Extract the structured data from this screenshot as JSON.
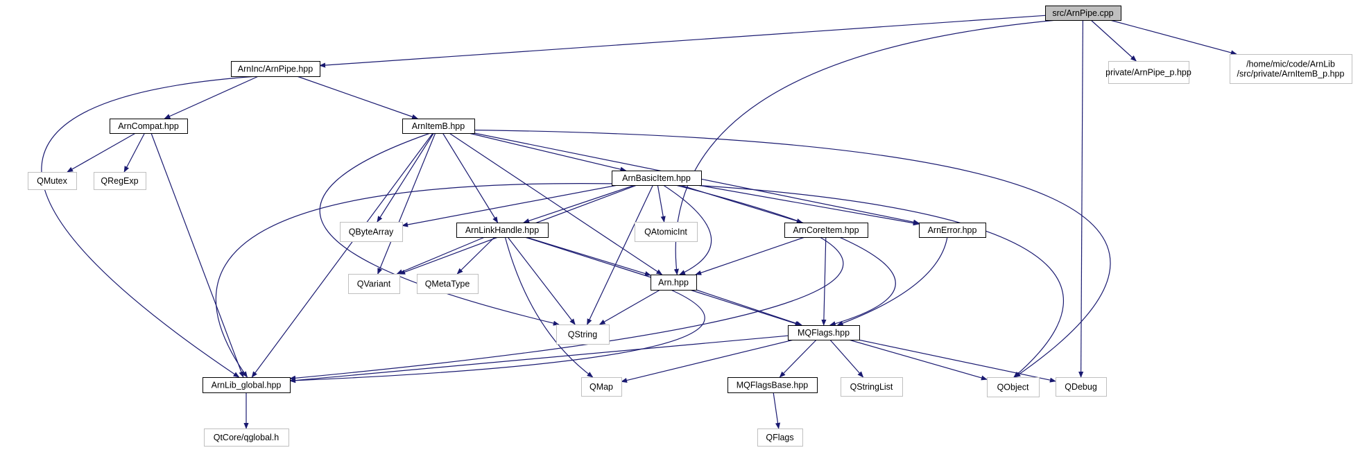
{
  "graph": {
    "nodes": [
      {
        "id": "src_arnpipe_cpp",
        "lines": [
          "src/ArnPipe.cpp"
        ],
        "kind": "root"
      },
      {
        "id": "arninc_arnpipe_hpp",
        "lines": [
          "ArnInc/ArnPipe.hpp"
        ],
        "kind": "documented"
      },
      {
        "id": "private_arnpipe_p_hpp",
        "lines": [
          "private/ArnPipe_p.hpp"
        ],
        "kind": "external"
      },
      {
        "id": "arnitemb_p_hpp",
        "lines": [
          "/home/mic/code/ArnLib",
          "/src/private/ArnItemB_p.hpp"
        ],
        "kind": "external"
      },
      {
        "id": "arncompat_hpp",
        "lines": [
          "ArnCompat.hpp"
        ],
        "kind": "documented"
      },
      {
        "id": "arnitemb_hpp",
        "lines": [
          "ArnItemB.hpp"
        ],
        "kind": "documented"
      },
      {
        "id": "qmutex",
        "lines": [
          "QMutex"
        ],
        "kind": "external"
      },
      {
        "id": "qregexp",
        "lines": [
          "QRegExp"
        ],
        "kind": "external"
      },
      {
        "id": "arnbasicitem_hpp",
        "lines": [
          "ArnBasicItem.hpp"
        ],
        "kind": "documented"
      },
      {
        "id": "qbytearray",
        "lines": [
          "QByteArray"
        ],
        "kind": "external"
      },
      {
        "id": "arnlinkhandle_hpp",
        "lines": [
          "ArnLinkHandle.hpp"
        ],
        "kind": "documented"
      },
      {
        "id": "qatomicint",
        "lines": [
          "QAtomicInt"
        ],
        "kind": "external"
      },
      {
        "id": "arncoreitem_hpp",
        "lines": [
          "ArnCoreItem.hpp"
        ],
        "kind": "documented"
      },
      {
        "id": "arnerror_hpp",
        "lines": [
          "ArnError.hpp"
        ],
        "kind": "documented"
      },
      {
        "id": "qvariant",
        "lines": [
          "QVariant"
        ],
        "kind": "external"
      },
      {
        "id": "qmetatype",
        "lines": [
          "QMetaType"
        ],
        "kind": "external"
      },
      {
        "id": "arn_hpp",
        "lines": [
          "Arn.hpp"
        ],
        "kind": "documented"
      },
      {
        "id": "qstring",
        "lines": [
          "QString"
        ],
        "kind": "external"
      },
      {
        "id": "mqflags_hpp",
        "lines": [
          "MQFlags.hpp"
        ],
        "kind": "documented"
      },
      {
        "id": "arnlib_global_hpp",
        "lines": [
          "ArnLib_global.hpp"
        ],
        "kind": "documented"
      },
      {
        "id": "qmap",
        "lines": [
          "QMap"
        ],
        "kind": "external"
      },
      {
        "id": "mqflagsbase_hpp",
        "lines": [
          "MQFlagsBase.hpp"
        ],
        "kind": "documented"
      },
      {
        "id": "qstringlist",
        "lines": [
          "QStringList"
        ],
        "kind": "external"
      },
      {
        "id": "qobject",
        "lines": [
          "QObject"
        ],
        "kind": "external"
      },
      {
        "id": "qdebug",
        "lines": [
          "QDebug"
        ],
        "kind": "external"
      },
      {
        "id": "qtcore_qglobal_h",
        "lines": [
          "QtCore/qglobal.h"
        ],
        "kind": "external"
      },
      {
        "id": "qflags",
        "lines": [
          "QFlags"
        ],
        "kind": "external"
      }
    ],
    "edges": [
      {
        "from": "src_arnpipe_cpp",
        "to": "arninc_arnpipe_hpp"
      },
      {
        "from": "src_arnpipe_cpp",
        "to": "private_arnpipe_p_hpp"
      },
      {
        "from": "src_arnpipe_cpp",
        "to": "arnitemb_p_hpp"
      },
      {
        "from": "src_arnpipe_cpp",
        "to": "arn_hpp"
      },
      {
        "from": "src_arnpipe_cpp",
        "to": "qdebug"
      },
      {
        "from": "arninc_arnpipe_hpp",
        "to": "arncompat_hpp"
      },
      {
        "from": "arninc_arnpipe_hpp",
        "to": "arnitemb_hpp"
      },
      {
        "from": "arninc_arnpipe_hpp",
        "to": "arnlib_global_hpp"
      },
      {
        "from": "arncompat_hpp",
        "to": "qmutex"
      },
      {
        "from": "arncompat_hpp",
        "to": "qregexp"
      },
      {
        "from": "arncompat_hpp",
        "to": "arnlib_global_hpp"
      },
      {
        "from": "arnitemb_hpp",
        "to": "arnbasicitem_hpp"
      },
      {
        "from": "arnitemb_hpp",
        "to": "qbytearray"
      },
      {
        "from": "arnitemb_hpp",
        "to": "arnlinkhandle_hpp"
      },
      {
        "from": "arnitemb_hpp",
        "to": "arnerror_hpp"
      },
      {
        "from": "arnitemb_hpp",
        "to": "qvariant"
      },
      {
        "from": "arnitemb_hpp",
        "to": "arn_hpp"
      },
      {
        "from": "arnitemb_hpp",
        "to": "qstring"
      },
      {
        "from": "arnitemb_hpp",
        "to": "arnlib_global_hpp"
      },
      {
        "from": "arnitemb_hpp",
        "to": "qobject"
      },
      {
        "from": "arnbasicitem_hpp",
        "to": "qbytearray"
      },
      {
        "from": "arnbasicitem_hpp",
        "to": "arnlinkhandle_hpp"
      },
      {
        "from": "arnbasicitem_hpp",
        "to": "qatomicint"
      },
      {
        "from": "arnbasicitem_hpp",
        "to": "arncoreitem_hpp"
      },
      {
        "from": "arnbasicitem_hpp",
        "to": "arnerror_hpp"
      },
      {
        "from": "arnbasicitem_hpp",
        "to": "qvariant"
      },
      {
        "from": "arnbasicitem_hpp",
        "to": "arn_hpp"
      },
      {
        "from": "arnbasicitem_hpp",
        "to": "qstring"
      },
      {
        "from": "arnbasicitem_hpp",
        "to": "mqflags_hpp"
      },
      {
        "from": "arnbasicitem_hpp",
        "to": "qobject"
      },
      {
        "from": "arnbasicitem_hpp",
        "to": "arnlib_global_hpp"
      },
      {
        "from": "arnlinkhandle_hpp",
        "to": "qvariant"
      },
      {
        "from": "arnlinkhandle_hpp",
        "to": "qmetatype"
      },
      {
        "from": "arnlinkhandle_hpp",
        "to": "arn_hpp"
      },
      {
        "from": "arnlinkhandle_hpp",
        "to": "qstring"
      },
      {
        "from": "arnlinkhandle_hpp",
        "to": "mqflags_hpp"
      },
      {
        "from": "arnlinkhandle_hpp",
        "to": "qmap"
      },
      {
        "from": "arncoreitem_hpp",
        "to": "arn_hpp"
      },
      {
        "from": "arncoreitem_hpp",
        "to": "mqflags_hpp"
      },
      {
        "from": "arncoreitem_hpp",
        "to": "arnlib_global_hpp"
      },
      {
        "from": "arnerror_hpp",
        "to": "mqflags_hpp"
      },
      {
        "from": "arn_hpp",
        "to": "qstring"
      },
      {
        "from": "arn_hpp",
        "to": "mqflags_hpp"
      },
      {
        "from": "arn_hpp",
        "to": "arnlib_global_hpp"
      },
      {
        "from": "mqflags_hpp",
        "to": "arnlib_global_hpp"
      },
      {
        "from": "mqflags_hpp",
        "to": "qmap"
      },
      {
        "from": "mqflags_hpp",
        "to": "mqflagsbase_hpp"
      },
      {
        "from": "mqflags_hpp",
        "to": "qstringlist"
      },
      {
        "from": "mqflags_hpp",
        "to": "qobject"
      },
      {
        "from": "mqflags_hpp",
        "to": "qdebug"
      },
      {
        "from": "arnlib_global_hpp",
        "to": "qtcore_qglobal_h"
      },
      {
        "from": "mqflagsbase_hpp",
        "to": "qflags"
      }
    ]
  },
  "colors": {
    "edge": "#191970",
    "root_fill": "#bfbfbf",
    "documented_border": "#000000",
    "external_border": "#bfbfbf",
    "node_fill": "#ffffff",
    "text": "#000000"
  }
}
